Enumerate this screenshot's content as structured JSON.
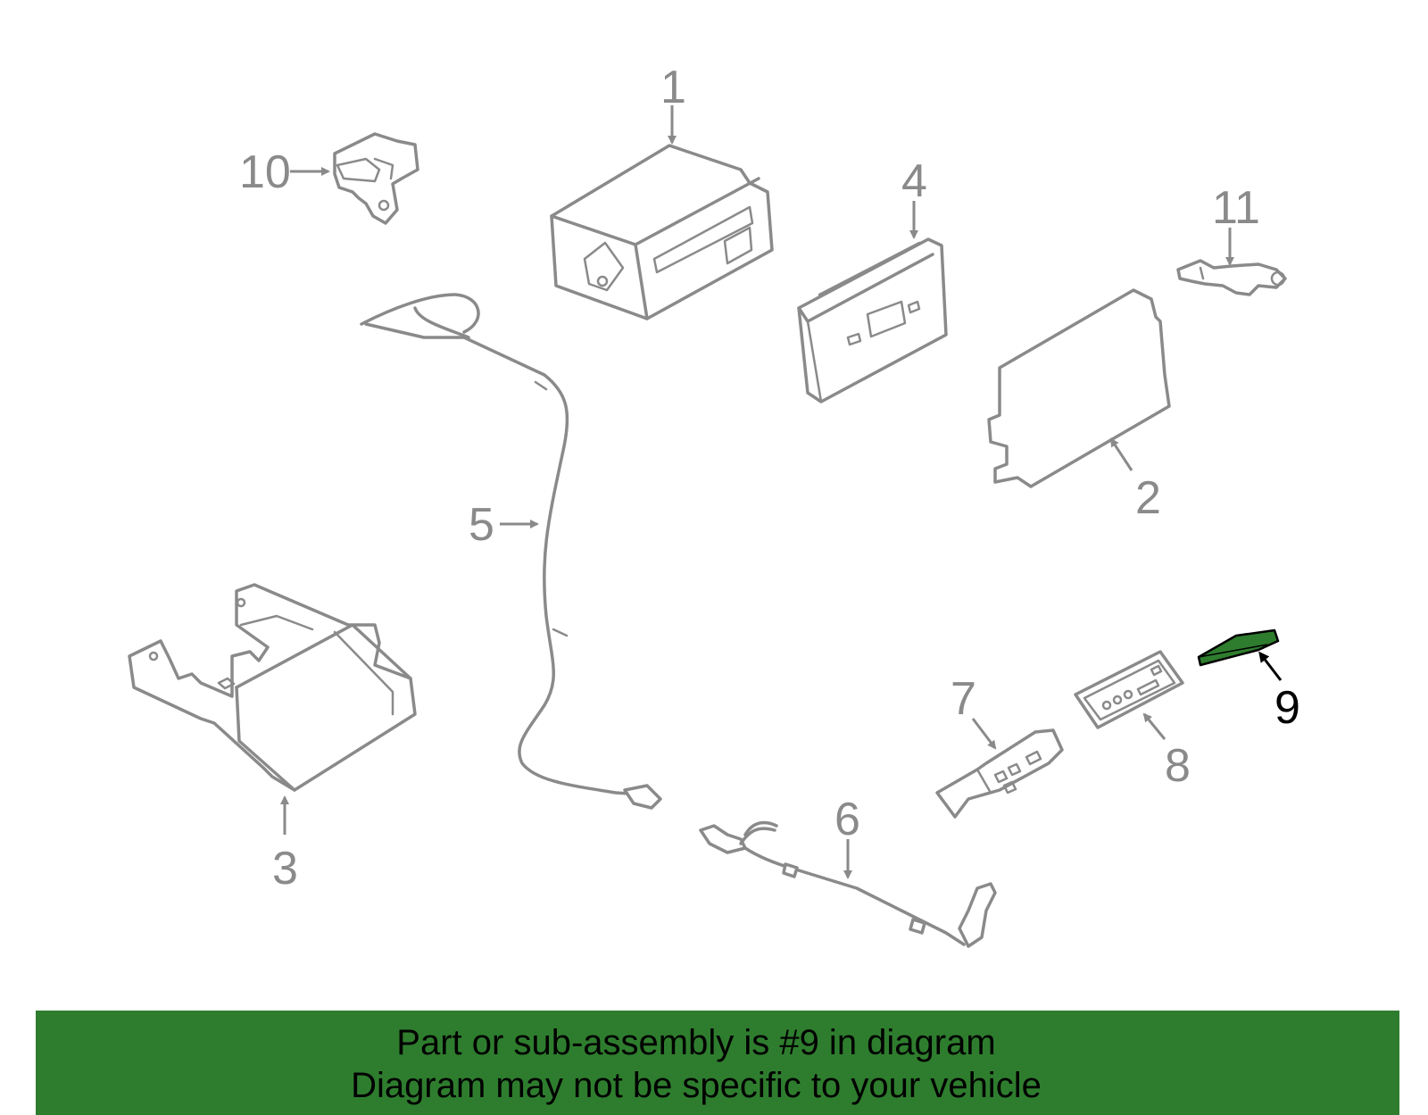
{
  "diagram": {
    "labels": [
      "1",
      "2",
      "3",
      "4",
      "5",
      "6",
      "7",
      "8",
      "9",
      "10",
      "11"
    ],
    "highlighted_part": "9",
    "colors": {
      "highlight_fill": "#2e7d2e",
      "part_stroke": "#8a8a8a",
      "banner_background": "#2e7d2e"
    }
  },
  "banner": {
    "line1": "Part or sub-assembly is #9 in diagram",
    "line2": "Diagram may not be specific to your vehicle"
  }
}
